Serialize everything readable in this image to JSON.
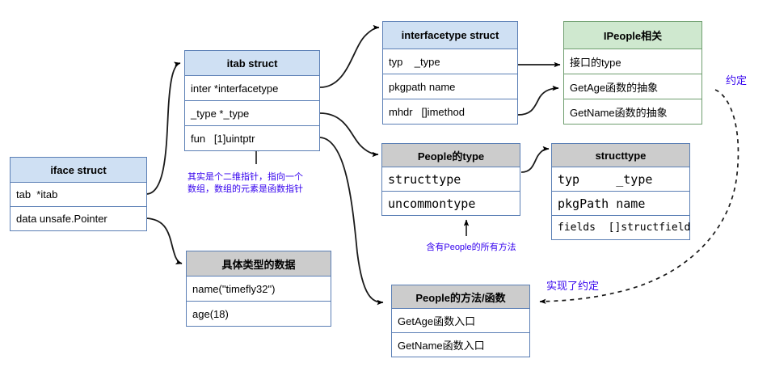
{
  "diagram": {
    "title": "Go iface / itab structure diagram",
    "colors": {
      "blue_header": "#cfe0f3",
      "gray_header": "#cccccc",
      "green_header": "#cfe8cf",
      "blue_border": "#5b7fb5",
      "green_border": "#6f9e6f",
      "annotation_text": "#3300ee",
      "arrow": "#000000"
    },
    "nodes": [
      {
        "id": "iface",
        "header": "iface struct",
        "header_style": "blue",
        "rows": [
          "tab  *itab",
          "data unsafe.Pointer"
        ]
      },
      {
        "id": "itab",
        "header": "itab struct",
        "header_style": "blue",
        "rows": [
          "inter *interfacetype",
          "_type *_type",
          "fun   [1]uintptr"
        ]
      },
      {
        "id": "concrete_data",
        "header": "具体类型的数据",
        "header_style": "gray",
        "rows": [
          "name(\"timefly32\")",
          "age(18)"
        ]
      },
      {
        "id": "interfacetype",
        "header": "interfacetype struct",
        "header_style": "blue",
        "rows": [
          "typ    _type",
          "pkgpath name",
          "mhdr   []imethod"
        ]
      },
      {
        "id": "ipeople",
        "header": "IPeople相关",
        "header_style": "green",
        "rows": [
          "接口的type",
          "GetAge函数的抽象",
          "GetName函数的抽象"
        ]
      },
      {
        "id": "people_type",
        "header": "People的type",
        "header_style": "gray",
        "rows": [
          "structtype",
          "uncommontype"
        ]
      },
      {
        "id": "structtype",
        "header": "structtype",
        "header_style": "gray",
        "rows": [
          "typ     _type",
          "pkgPath name",
          "fields  []structfield"
        ]
      },
      {
        "id": "people_methods",
        "header": "People的方法/函数",
        "header_style": "gray",
        "rows": [
          "GetAge函数入口",
          "GetName函数入口"
        ]
      }
    ],
    "annotations": [
      {
        "id": "fun-note",
        "text": "其实是个二维指针，指向一个\n数组，数组的元素是函数指针"
      },
      {
        "id": "uncommontype-note",
        "text": "含有People的所有方法"
      },
      {
        "id": "implements-note",
        "text": "实现了约定"
      },
      {
        "id": "contract-note",
        "text": "约定"
      }
    ]
  }
}
